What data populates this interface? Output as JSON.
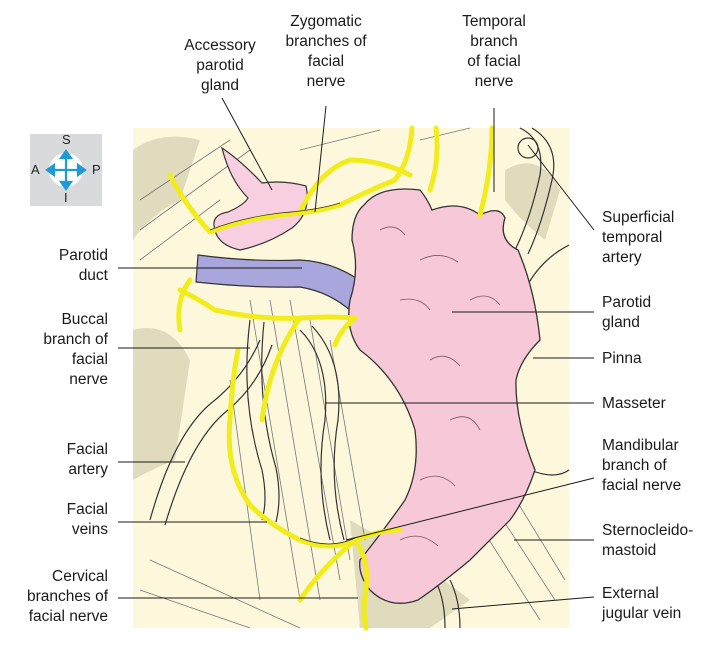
{
  "compass": {
    "s": "S",
    "a": "A",
    "p": "P",
    "i": "I"
  },
  "labels": {
    "accessory_parotid_gland": "Accessory\nparotid\ngland",
    "zygomatic_branches": "Zygomatic\nbranches of\nfacial\nnerve",
    "temporal_branch": "Temporal\nbranch\nof facial\nnerve",
    "superficial_temporal_artery": "Superficial\ntemporal\nartery",
    "parotid_duct": "Parotid\nduct",
    "parotid_gland": "Parotid\ngland",
    "buccal_branch": "Buccal\nbranch of\nfacial\nnerve",
    "pinna": "Pinna",
    "masseter": "Masseter",
    "facial_artery": "Facial\nartery",
    "mandibular_branch": "Mandibular\nbranch of\nfacial nerve",
    "facial_veins": "Facial\nveins",
    "sternocleidomastoid": "Sternocleido-\nmastoid",
    "cervical_branches": "Cervical\nbranches of\nfacial nerve",
    "external_jugular_vein": "External\njugular vein"
  },
  "colors": {
    "background_panel": "#fdf8dc",
    "parotid": "#f6c8d8",
    "accessory_parotid": "#f7cfe0",
    "nerve": "#f2ec1c",
    "duct": "#a8a6dc",
    "outline": "#333333",
    "compass_arrow": "#1e9ad6"
  }
}
